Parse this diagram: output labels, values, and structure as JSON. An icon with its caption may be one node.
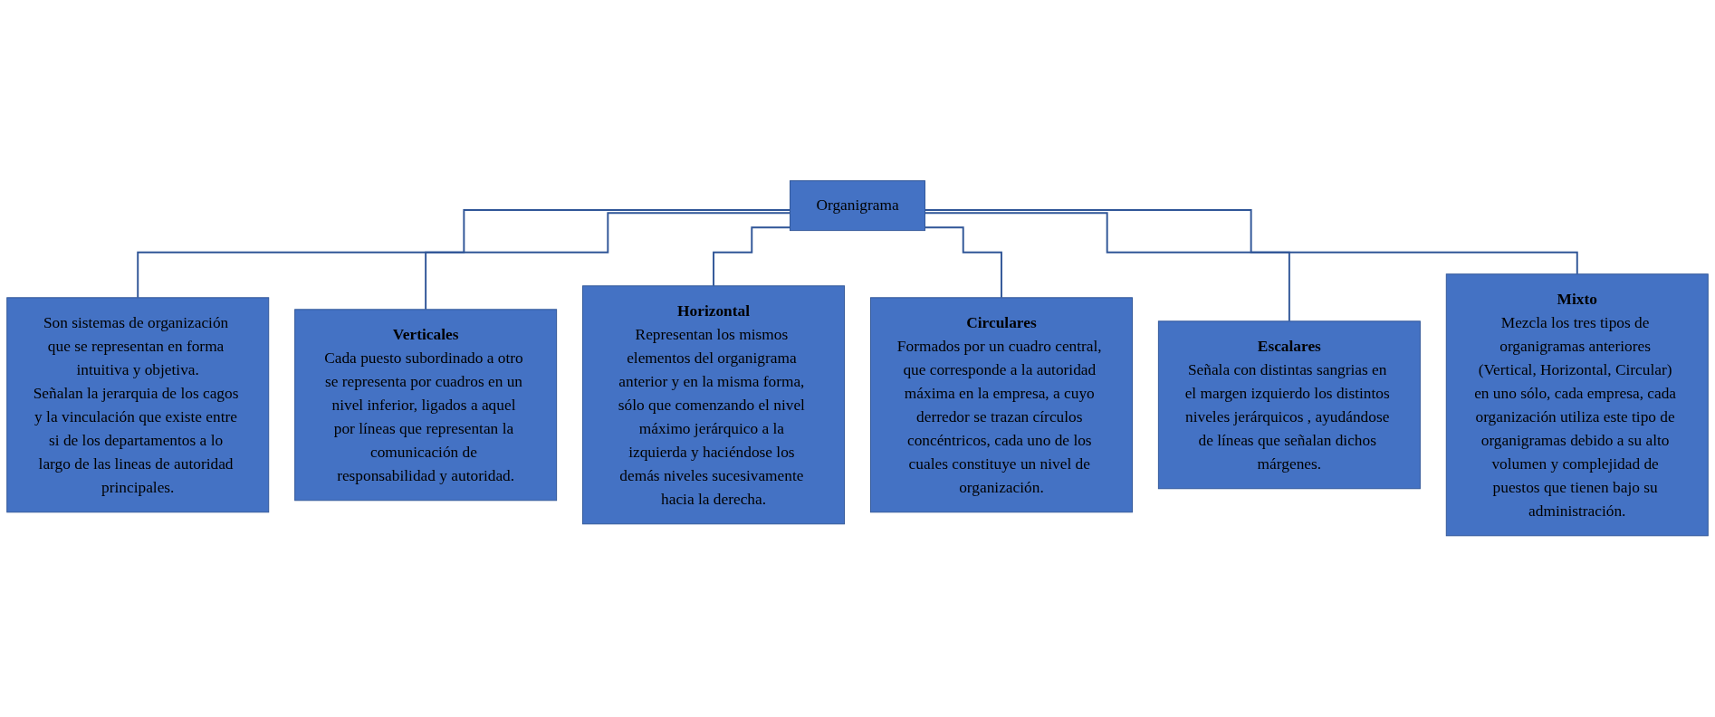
{
  "diagram": {
    "nodes": [
      {
        "text": [
          "Organigrama"
        ]
      },
      {
        "text": [
          "Son sistemas de organización que se representan en forma intuitiva y objetiva.",
          "Señalan la jerarquia de los cagos y la vinculación que existe entre si de los departamentos a lo largo de las lineas de autoridad principales."
        ]
      },
      {
        "text": [
          "Verticales",
          "Cada puesto subordinado a otro se representa por cuadros en un nivel inferior, ligados a aquel por líneas que representan la comunicación de responsabilidad y autoridad."
        ]
      },
      {
        "text": [
          "Horizontal",
          "Representan los mismos elementos del organigrama anterior y en la misma forma, sólo que comenzando el nivel máximo jerárquico a la izquierda y haciéndose los demás niveles sucesivamente hacia la derecha."
        ]
      },
      {
        "text": [
          "Circulares",
          "Formados por un cuadro central, que corresponde a la autoridad máxima en la empresa, a cuyo derredor se trazan círculos concéntricos, cada uno de los cuales constituye un nivel de organización."
        ]
      },
      {
        "text": [
          "Escalares",
          "Señala con distintas sangrias en el margen izquierdo los distintos niveles jerárquicos , ayudándose de líneas que señalan dichos márgenes."
        ]
      },
      {
        "text": [
          "Mixto",
          "Mezcla los tres tipos de organigramas anteriores (Vertical, Horizontal, Circular) en uno sólo, cada empresa, cada organización utiliza este tipo de organigramas debido a su alto volumen y complejidad de puestos que tienen bajo su administración."
        ]
      }
    ],
    "edges": [
      {
        "from": 0,
        "to": 1,
        "arrow": "none"
      },
      {
        "from": 0,
        "to": 2,
        "arrow": "none"
      },
      {
        "from": 0,
        "to": 3,
        "arrow": "none"
      },
      {
        "from": 0,
        "to": 4,
        "arrow": "none"
      },
      {
        "from": 0,
        "to": 5,
        "arrow": "none"
      },
      {
        "from": 0,
        "to": 6,
        "arrow": "none"
      }
    ]
  }
}
